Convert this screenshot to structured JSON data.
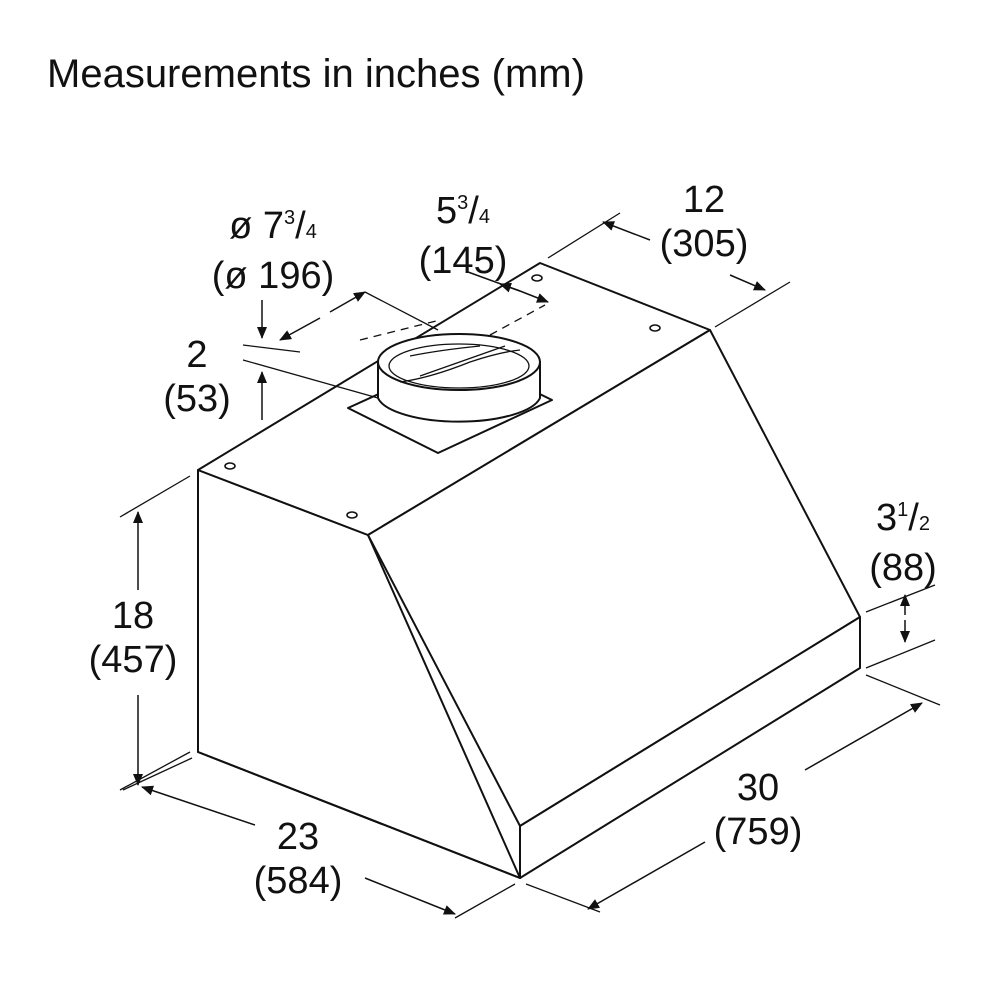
{
  "title": "Measurements in inches (mm)",
  "dimensions": {
    "duct_diameter": {
      "inch_whole": "ø 7",
      "inch_num": "3",
      "inch_den": "4",
      "mm": "(ø 196)"
    },
    "duct_offset_side": {
      "inch_whole": "5",
      "inch_num": "3",
      "inch_den": "4",
      "mm": "(145)"
    },
    "duct_offset_back": {
      "inch": "12",
      "mm": "(305)"
    },
    "collar_height": {
      "inch": "2",
      "mm": "(53)"
    },
    "height": {
      "inch": "18",
      "mm": "(457)"
    },
    "front_lip": {
      "inch_whole": "3",
      "inch_num": "1",
      "inch_den": "2",
      "mm": "(88)"
    },
    "depth": {
      "inch": "23",
      "mm": "(584)"
    },
    "width": {
      "inch": "30",
      "mm": "(759)"
    }
  }
}
